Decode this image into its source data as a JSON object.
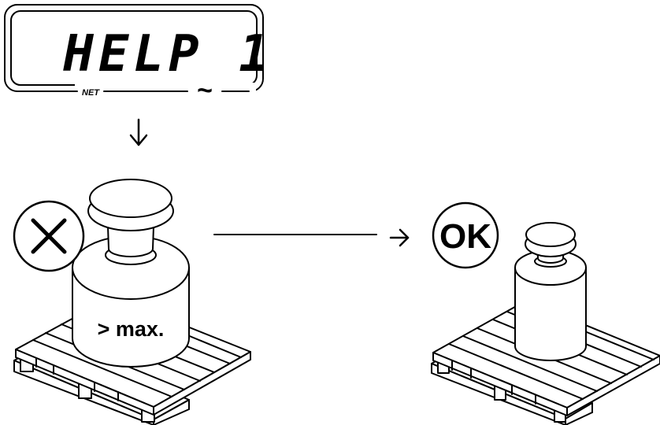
{
  "display": {
    "readout": "HELP 1",
    "net_label": "NET",
    "tilde_label": "~"
  },
  "left_scene": {
    "status_icon": "cross-icon",
    "weight_label": "> max."
  },
  "right_scene": {
    "status_label": "OK"
  },
  "colors": {
    "line": "#000000",
    "fill": "#ffffff"
  }
}
